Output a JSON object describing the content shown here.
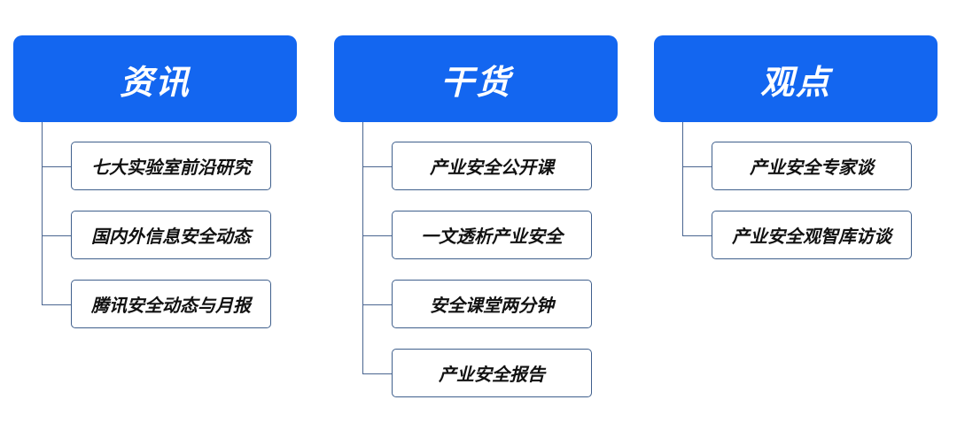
{
  "columns": [
    {
      "title": "资讯",
      "items": [
        "七大实验室前沿研究",
        "国内外信息安全动态",
        "腾讯安全动态与月报"
      ]
    },
    {
      "title": "干货",
      "items": [
        "产业安全公开课",
        "一文透析产业安全",
        "安全课堂两分钟",
        "产业安全报告"
      ]
    },
    {
      "title": "观点",
      "items": [
        "产业安全专家谈",
        "产业安全观智库访谈"
      ]
    }
  ],
  "colors": {
    "header_background": "#1366f0",
    "header_text": "#ffffff",
    "item_border": "#3f5f8c",
    "connector": "#4a6590"
  }
}
